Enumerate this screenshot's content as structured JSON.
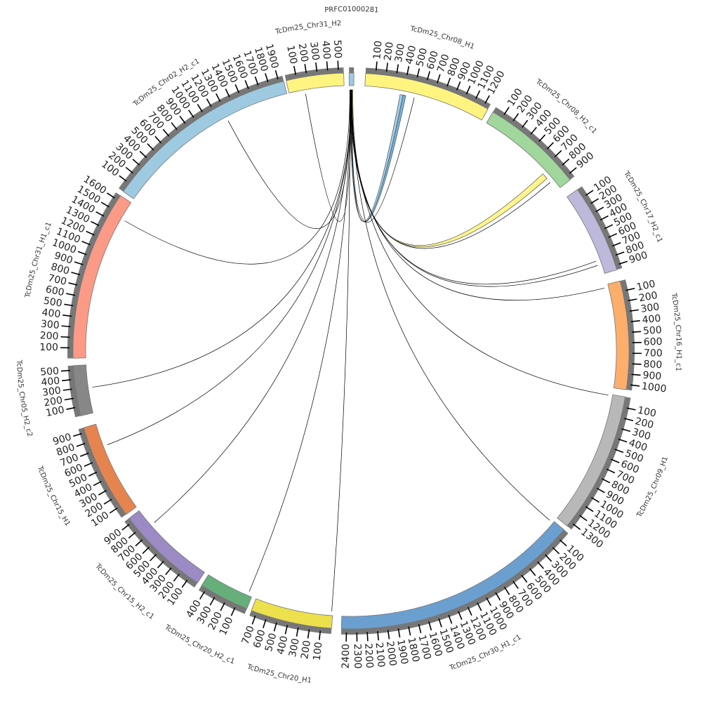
{
  "tick_step": 100,
  "sectors": [
    {
      "name": "PRFC01000281",
      "length": 60,
      "start_deg": -0.4,
      "end_deg": 0.6,
      "color": "#9ecae1",
      "ticks": false
    },
    {
      "name": "TcDm25_Chr08_H1",
      "length": 1250,
      "start_deg": 3,
      "end_deg": 29.5,
      "color": "#fff47f"
    },
    {
      "name": "TcDm25_Chr08_H2_c1",
      "length": 950,
      "start_deg": 30.7,
      "end_deg": 52,
      "color": "#a1d69c"
    },
    {
      "name": "TcDm25_Chr17_H2_c1",
      "length": 950,
      "start_deg": 54.5,
      "end_deg": 73,
      "color": "#bcb9da"
    },
    {
      "name": "TcDm25_Chr16_H1_c1",
      "length": 1050,
      "start_deg": 75.4,
      "end_deg": 98,
      "color": "#fdae6b"
    },
    {
      "name": "TcDm25_Chr09_H1",
      "length": 1350,
      "start_deg": 99.5,
      "end_deg": 129,
      "color": "#b8b8b8"
    },
    {
      "name": "TcDm25_Chr30_H1_c1",
      "length": 2450,
      "start_deg": 130,
      "end_deg": 182,
      "color": "#6b9fcf"
    },
    {
      "name": "TcDm25_Chr20_H1",
      "length": 750,
      "start_deg": 184,
      "end_deg": 201,
      "color": "#ece04d"
    },
    {
      "name": "TcDm25_Chr20_H2_c1",
      "length": 450,
      "start_deg": 202,
      "end_deg": 212.5,
      "color": "#66ae7a"
    },
    {
      "name": "TcDm25_Chr15_H2_c1",
      "length": 950,
      "start_deg": 213.5,
      "end_deg": 233,
      "color": "#9c8ac5"
    },
    {
      "name": "TcDm25_Chr15_H1",
      "length": 950,
      "start_deg": 234,
      "end_deg": 254,
      "color": "#e6844f"
    },
    {
      "name": "TcDm25_Chr05_H2_c2",
      "length": 550,
      "start_deg": 256.5,
      "end_deg": 267,
      "color": "#878787"
    },
    {
      "name": "TcDm25_Chr31_H1_c1",
      "length": 1650,
      "start_deg": 268.5,
      "end_deg": 304,
      "color": "#fb9a86"
    },
    {
      "name": "TcDm25_Chr02_H2_c1",
      "length": 1950,
      "start_deg": 305,
      "end_deg": 346,
      "color": "#9ecae1"
    },
    {
      "name": "TcDm25_Chr31_H2",
      "length": 550,
      "start_deg": 346.5,
      "end_deg": 358.5,
      "color": "#fff47f"
    }
  ],
  "links": [
    {
      "target": "TcDm25_Chr08_H1",
      "from": 370,
      "to": 410,
      "color": "#9ecae1",
      "ribbon": true
    },
    {
      "target": "TcDm25_Chr08_H1",
      "from": 400,
      "to": 430,
      "color": "#6baed6",
      "ribbon": true
    },
    {
      "target": "TcDm25_Chr08_H1",
      "from": 520,
      "to": 530,
      "color": "#000000",
      "ribbon": false
    },
    {
      "target": "TcDm25_Chr08_H2_c1",
      "from": 740,
      "to": 800,
      "color": "#fff47f",
      "ribbon": true
    },
    {
      "target": "TcDm25_Chr08_H2_c1",
      "from": 850,
      "to": 870,
      "color": "#000000",
      "ribbon": false
    },
    {
      "target": "TcDm25_Chr17_H2_c1",
      "from": 790,
      "to": 830,
      "color": "#000000",
      "ribbon": false
    },
    {
      "target": "TcDm25_Chr17_H2_c1",
      "from": 840,
      "to": 850,
      "color": "#000000",
      "ribbon": false
    },
    {
      "target": "TcDm25_Chr16_H1_c1",
      "from": 30,
      "to": 32,
      "color": "#000000",
      "ribbon": false
    },
    {
      "target": "TcDm25_Chr09_H1",
      "from": 10,
      "to": 12,
      "color": "#000000",
      "ribbon": false
    },
    {
      "target": "TcDm25_Chr30_H1_c1",
      "from": 20,
      "to": 22,
      "color": "#000000",
      "ribbon": false
    },
    {
      "target": "TcDm25_Chr20_H1",
      "from": 10,
      "to": 12,
      "color": "#000000",
      "ribbon": false
    },
    {
      "target": "TcDm25_Chr20_H2_c1",
      "from": 40,
      "to": 42,
      "color": "#000000",
      "ribbon": false
    },
    {
      "target": "TcDm25_Chr15_H2_c1",
      "from": 750,
      "to": 752,
      "color": "#000000",
      "ribbon": false
    },
    {
      "target": "TcDm25_Chr15_H1",
      "from": 710,
      "to": 712,
      "color": "#000000",
      "ribbon": false
    },
    {
      "target": "TcDm25_Chr05_H2_c2",
      "from": 290,
      "to": 292,
      "color": "#000000",
      "ribbon": false
    },
    {
      "target": "TcDm25_Chr31_H1_c1",
      "from": 1460,
      "to": 1462,
      "color": "#000000",
      "ribbon": false
    },
    {
      "target": "TcDm25_Chr02_H2_c1",
      "from": 1280,
      "to": 1282,
      "color": "#000000",
      "ribbon": false
    },
    {
      "target": "TcDm25_Chr31_H2",
      "from": 160,
      "to": 162,
      "color": "#000000",
      "ribbon": false
    }
  ]
}
